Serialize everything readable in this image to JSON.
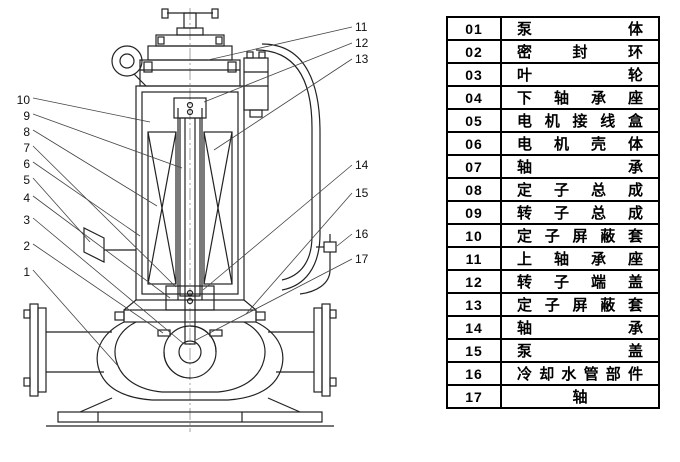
{
  "figure": {
    "callouts_left": [
      "10",
      "9",
      "8",
      "7",
      "6",
      "5",
      "4",
      "3",
      "2",
      "1"
    ],
    "callouts_right": [
      "11",
      "12",
      "13",
      "14",
      "15",
      "16",
      "17"
    ]
  },
  "parts_table": {
    "rows": [
      {
        "no": "01",
        "name": "泵体"
      },
      {
        "no": "02",
        "name": "密封环"
      },
      {
        "no": "03",
        "name": "叶轮"
      },
      {
        "no": "04",
        "name": "下轴承座"
      },
      {
        "no": "05",
        "name": "电机接线盒"
      },
      {
        "no": "06",
        "name": "电机壳体"
      },
      {
        "no": "07",
        "name": "轴承"
      },
      {
        "no": "08",
        "name": "定子总成"
      },
      {
        "no": "09",
        "name": "转子总成"
      },
      {
        "no": "10",
        "name": "定子屏蔽套"
      },
      {
        "no": "11",
        "name": "上轴承座"
      },
      {
        "no": "12",
        "name": "转子端盖"
      },
      {
        "no": "13",
        "name": "定子屏蔽套"
      },
      {
        "no": "14",
        "name": "轴承"
      },
      {
        "no": "15",
        "name": "泵盖"
      },
      {
        "no": "16",
        "name": "冷却水管部件"
      },
      {
        "no": "17",
        "name": "轴"
      }
    ]
  }
}
